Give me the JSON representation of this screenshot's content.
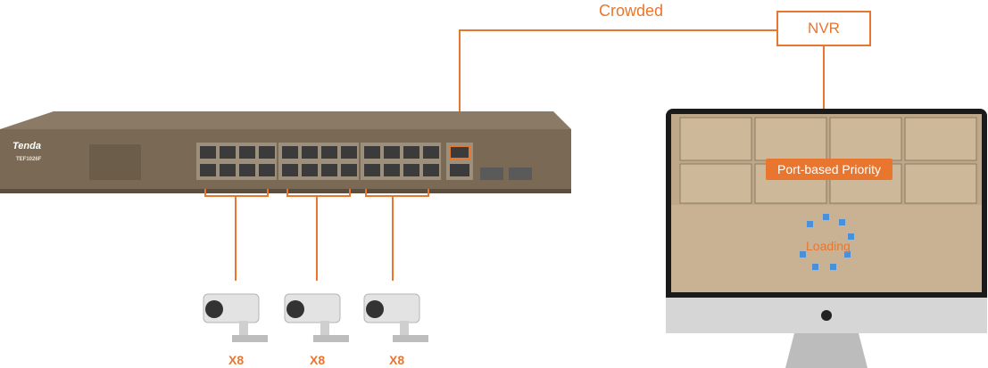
{
  "diagram": {
    "title": "Crowded",
    "nvr_label": "NVR",
    "switch": {
      "brand": "Tenda",
      "model": "TEF1026F"
    },
    "cameras": [
      {
        "label": "X8"
      },
      {
        "label": "X8"
      },
      {
        "label": "X8"
      }
    ],
    "monitor": {
      "priority_label": "Port-based Priority",
      "loading_label": "Loading"
    },
    "colors": {
      "accent": "#e8762f",
      "switch_body": "#7a6a55",
      "camera": "#d9d9d9",
      "monitor_frame": "#1a1a1a"
    }
  }
}
